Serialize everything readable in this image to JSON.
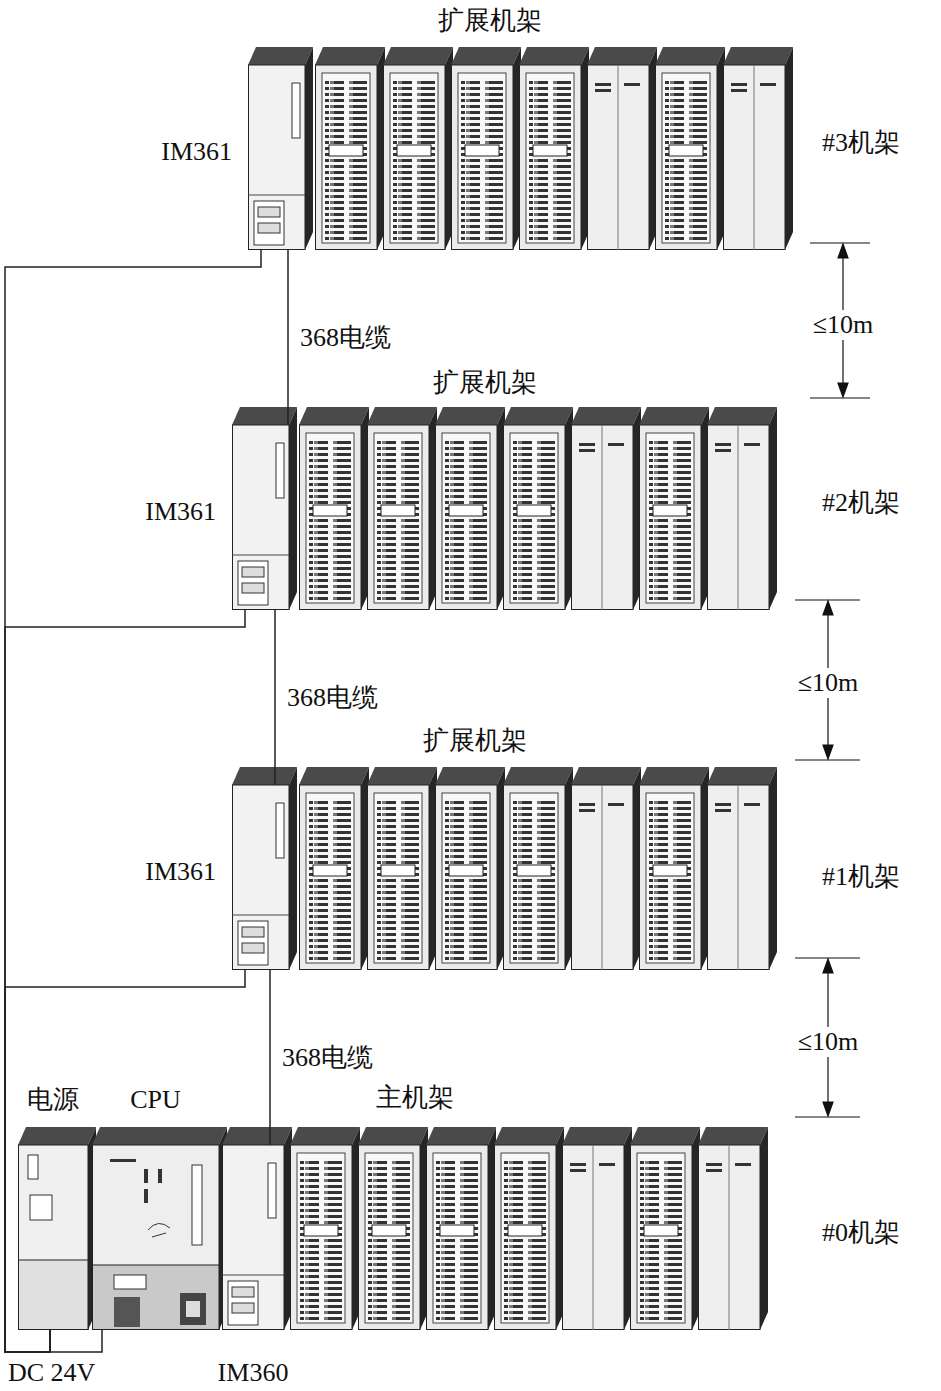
{
  "diagram": {
    "nodes": [
      {
        "text": [
          "IM361"
        ]
      },
      {
        "text": [
          "IM361"
        ]
      },
      {
        "text": [
          "IM361"
        ]
      },
      {
        "text": [
          "电源"
        ]
      },
      {
        "text": [
          "CPU"
        ]
      },
      {
        "text": [
          "IM360"
        ]
      }
    ],
    "edges": [
      {
        "from": 5,
        "to": 2,
        "label": "368电缆",
        "arrow": "none"
      },
      {
        "from": 2,
        "to": 1,
        "label": "368电缆",
        "arrow": "none"
      },
      {
        "from": 1,
        "to": 0,
        "label": "368电缆",
        "arrow": "none"
      },
      {
        "from": 3,
        "to": 4,
        "arrow": "none"
      },
      {
        "from": 3,
        "to": 2,
        "arrow": "none"
      },
      {
        "from": 3,
        "to": 1,
        "arrow": "none"
      },
      {
        "from": 3,
        "to": 0,
        "arrow": "none"
      }
    ],
    "labels": [
      "扩展机架",
      "#3机架",
      "≤10m",
      "扩展机架",
      "#2机架",
      "≤10m",
      "扩展机架",
      "#1机架",
      "≤10m",
      "主机架",
      "#0机架",
      "DC 24V"
    ]
  }
}
